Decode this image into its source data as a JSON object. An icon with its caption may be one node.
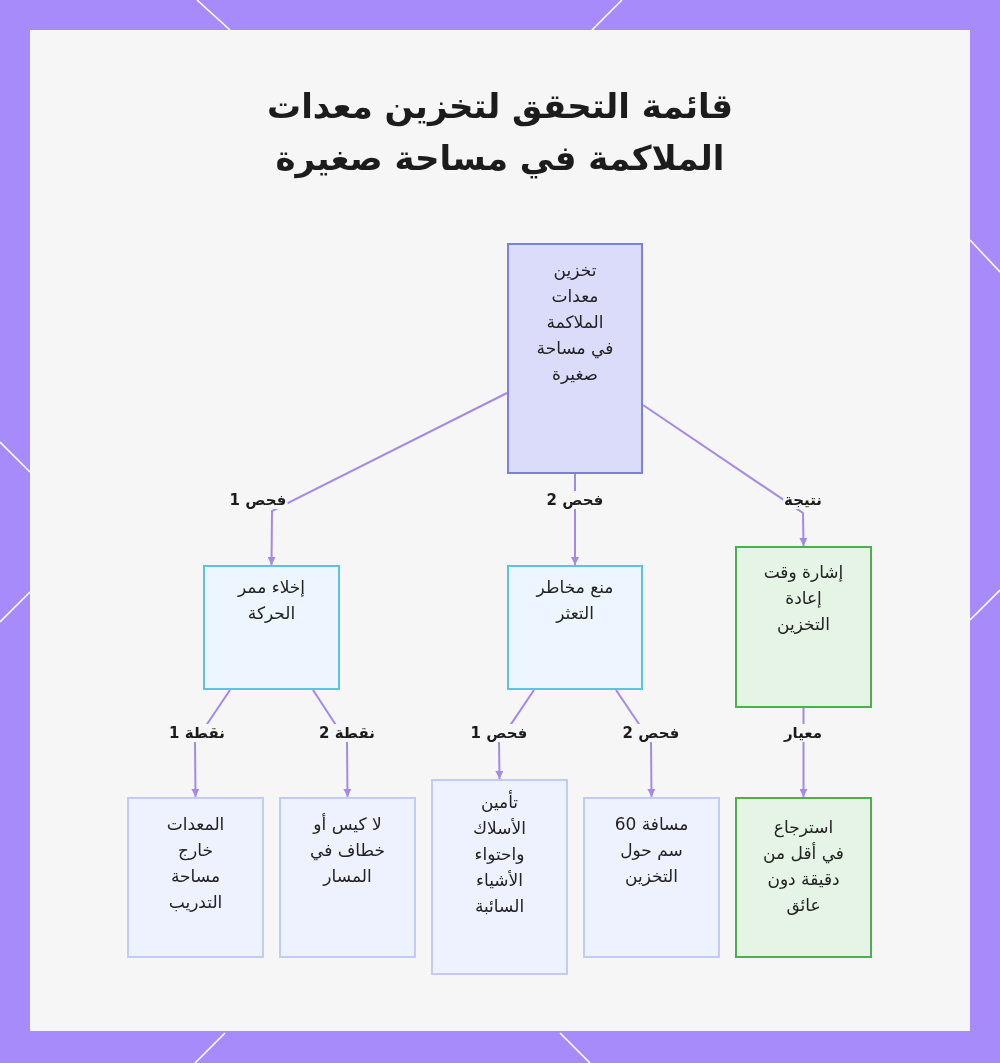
{
  "diagram": {
    "title": "قائمة التحقق لتخزين معدات الملاكمة في مساحة صغيرة",
    "nodes": [
      {
        "text": [
          "تخزين معدات الملاكمة في مساحة صغيرة"
        ]
      },
      {
        "text": [
          "إخلاء ممر الحركة"
        ]
      },
      {
        "text": [
          "منع مخاطر التعثر"
        ]
      },
      {
        "text": [
          "إشارة وقت إعادة التخزين"
        ]
      },
      {
        "text": [
          "المعدات خارج مساحة التدريب"
        ]
      },
      {
        "text": [
          "لا كيس أو خطاف في المسار"
        ]
      },
      {
        "text": [
          "تأمين الأسلاك واحتواء الأشياء السائبة"
        ]
      },
      {
        "text": [
          "مسافة 60 سم حول التخزين"
        ]
      },
      {
        "text": [
          "استرجاع في أقل من دقيقة دون عائق"
        ]
      }
    ],
    "edges": [
      {
        "from": 0,
        "to": 1,
        "arrow": "to",
        "label": "فحص 1"
      },
      {
        "from": 0,
        "to": 2,
        "arrow": "to",
        "label": "فحص 2"
      },
      {
        "from": 0,
        "to": 3,
        "arrow": "to",
        "label": "نتيجة"
      },
      {
        "from": 1,
        "to": 4,
        "arrow": "to",
        "label": "نقطة 1"
      },
      {
        "from": 1,
        "to": 5,
        "arrow": "to",
        "label": "نقطة 2"
      },
      {
        "from": 2,
        "to": 6,
        "arrow": "to",
        "label": "فحص 1"
      },
      {
        "from": 2,
        "to": 7,
        "arrow": "to",
        "label": "فحص 2"
      },
      {
        "from": 3,
        "to": 8,
        "arrow": "to",
        "label": "معيار"
      }
    ]
  }
}
